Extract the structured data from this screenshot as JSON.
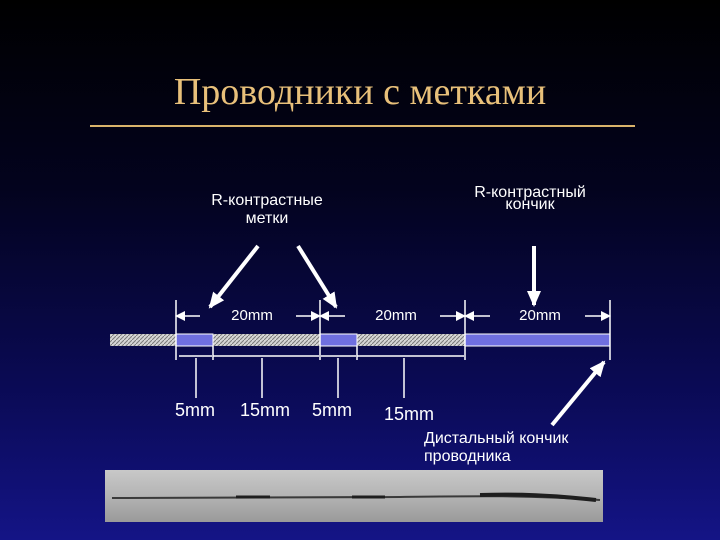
{
  "title": "Проводники с метками",
  "annotations": {
    "markers_label_line1": "R-контрастные",
    "markers_label_line2": "метки",
    "tip_label_line1": "R-контрастный",
    "tip_label_line2": "кончик",
    "distal_label_line1": "Дистальный кончик",
    "distal_label_line2": "проводника"
  },
  "segment_spans": [
    "20mm",
    "20mm",
    "20mm"
  ],
  "marker_lengths": [
    "5mm",
    "15mm",
    "5mm",
    "15mm"
  ],
  "colors": {
    "title": "#e8c07a",
    "marker_band": "#6f6fe0",
    "wire": "#d8d8d8"
  }
}
